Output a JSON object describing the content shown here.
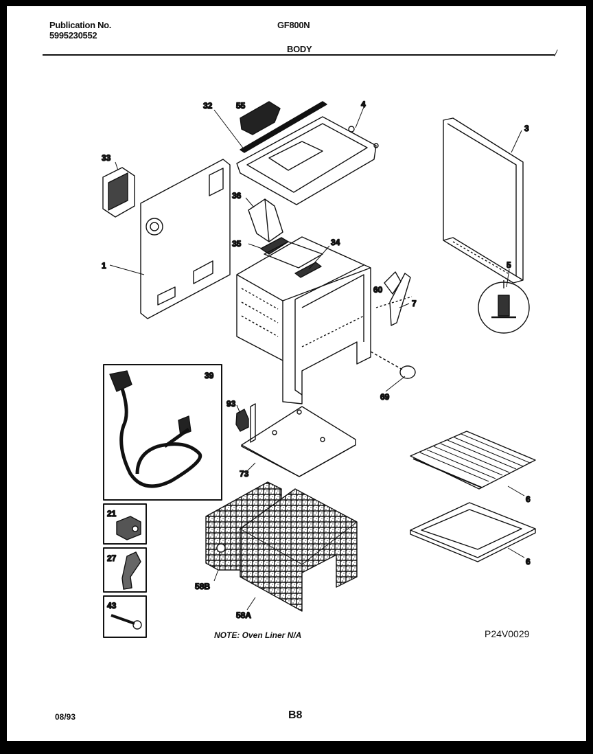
{
  "header": {
    "publication_label": "Publication No.",
    "publication_number": "5995230552",
    "model": "GF800N",
    "section": "BODY",
    "corner_mark": "/"
  },
  "callouts": {
    "c32": "32",
    "c55": "55",
    "c4": "4",
    "c3": "3",
    "c33": "33",
    "c1": "1",
    "c36": "36",
    "c35": "35",
    "c34": "34",
    "c60": "60",
    "c7": "7",
    "c5": "5",
    "c69": "69",
    "c39": "39",
    "c93": "93",
    "c73": "73",
    "c6a": "6",
    "c6b": "6",
    "c21": "21",
    "c27": "27",
    "c43": "43",
    "c58b": "58B",
    "c58a": "58A"
  },
  "footer": {
    "note": "NOTE: Oven Liner N/A",
    "diagram_code": "P24V0029",
    "date": "08/93",
    "page_number": "B8"
  }
}
